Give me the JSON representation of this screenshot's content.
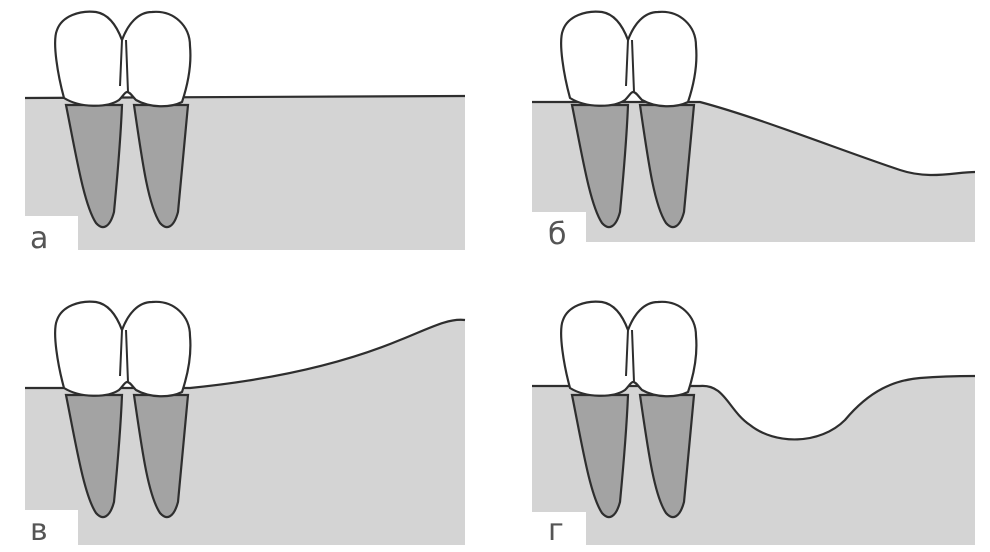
{
  "panels": [
    {
      "id": "a",
      "label": "а",
      "ridge_profile": "flat"
    },
    {
      "id": "b",
      "label": "б",
      "ridge_profile": "sloping-down"
    },
    {
      "id": "v",
      "label": "в",
      "ridge_profile": "rising"
    },
    {
      "id": "g",
      "label": "г",
      "ridge_profile": "concave-defect"
    }
  ],
  "colors": {
    "bone": "#d4d4d4",
    "root": "#a3a3a3",
    "crown": "#ffffff",
    "outline": "#2e2e2e",
    "label": "#555555"
  }
}
